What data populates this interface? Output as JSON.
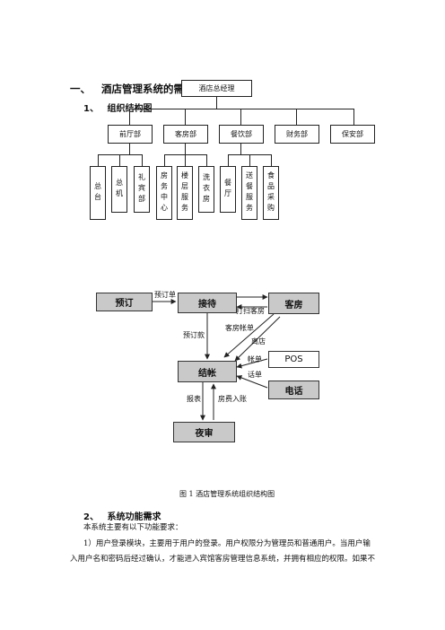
{
  "heading1": {
    "number": "一、",
    "title": "酒店管理系统的需求"
  },
  "heading2a": {
    "number": "1、",
    "title": "组织结构图"
  },
  "org": {
    "root": "酒店总经理",
    "departments": [
      "前厅部",
      "客房部",
      "餐饮部",
      "财务部",
      "保安部"
    ],
    "subunits": [
      "总台",
      "总机",
      "礼宾部",
      "房务中心",
      "楼层服务",
      "洗衣房",
      "餐厅",
      "送餐服务",
      "食品采购"
    ]
  },
  "flow": {
    "nodes": {
      "booking": "预订",
      "reception": "接待",
      "rooms": "客房",
      "billing": "结帐",
      "pos": "POS",
      "phone": "电话",
      "night_audit": "夜审"
    },
    "labels": {
      "booking_order": "预订单",
      "clean_room": "打扫客房",
      "room_bill": "客房帐单",
      "departure": "离店",
      "deposit": "预订款",
      "bill": "帐单",
      "call_slip": "话单",
      "report": "报表",
      "room_charge": "房费入账"
    }
  },
  "caption": "图 1  酒店管理系统组织结构图",
  "heading2b": {
    "number": "2、",
    "title": "系统功能需求"
  },
  "para1": "本系统主要有以下功能要求：",
  "para2": "1）用户登录模块，主要用于用户的登录。用户权限分为管理员和普通用户。当用户输入用户名和密码后经过确认，才能进入宾馆客房管理信息系统，并拥有相应的权限。如果不"
}
